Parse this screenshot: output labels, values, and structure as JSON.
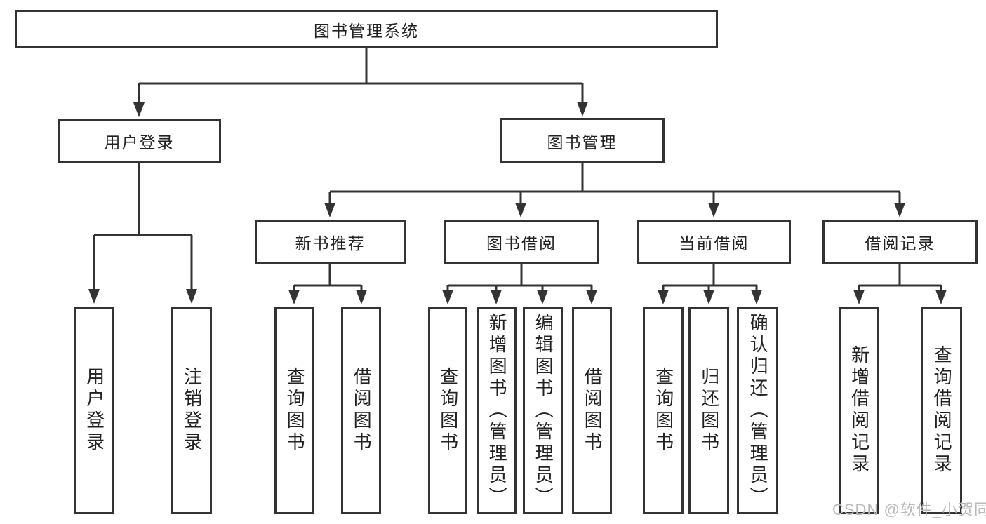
{
  "diagram_type": "hierarchy",
  "colors": {
    "line": "#333333",
    "text": "#222222",
    "background": "#ffffff",
    "watermark": "#b9b9b9"
  },
  "tree": {
    "label": "图书管理系统",
    "children": [
      {
        "label": "用户登录",
        "children": [
          {
            "label": "用户登录"
          },
          {
            "label": "注销登录"
          }
        ]
      },
      {
        "label": "图书管理",
        "children": [
          {
            "label": "新书推荐",
            "children": [
              {
                "label": "查询图书"
              },
              {
                "label": "借阅图书"
              }
            ]
          },
          {
            "label": "图书借阅",
            "children": [
              {
                "label": "查询图书"
              },
              {
                "label": "新增图书（管理员）"
              },
              {
                "label": "编辑图书（管理员）"
              },
              {
                "label": "借阅图书"
              }
            ]
          },
          {
            "label": "当前借阅",
            "children": [
              {
                "label": "查询图书"
              },
              {
                "label": "归还图书"
              },
              {
                "label": "确认归还（管理员）"
              }
            ]
          },
          {
            "label": "借阅记录",
            "children": [
              {
                "label": "新增借阅记录"
              },
              {
                "label": "查询借阅记录"
              }
            ]
          }
        ]
      }
    ]
  },
  "watermark": "CSDN @软件_小贺同学"
}
